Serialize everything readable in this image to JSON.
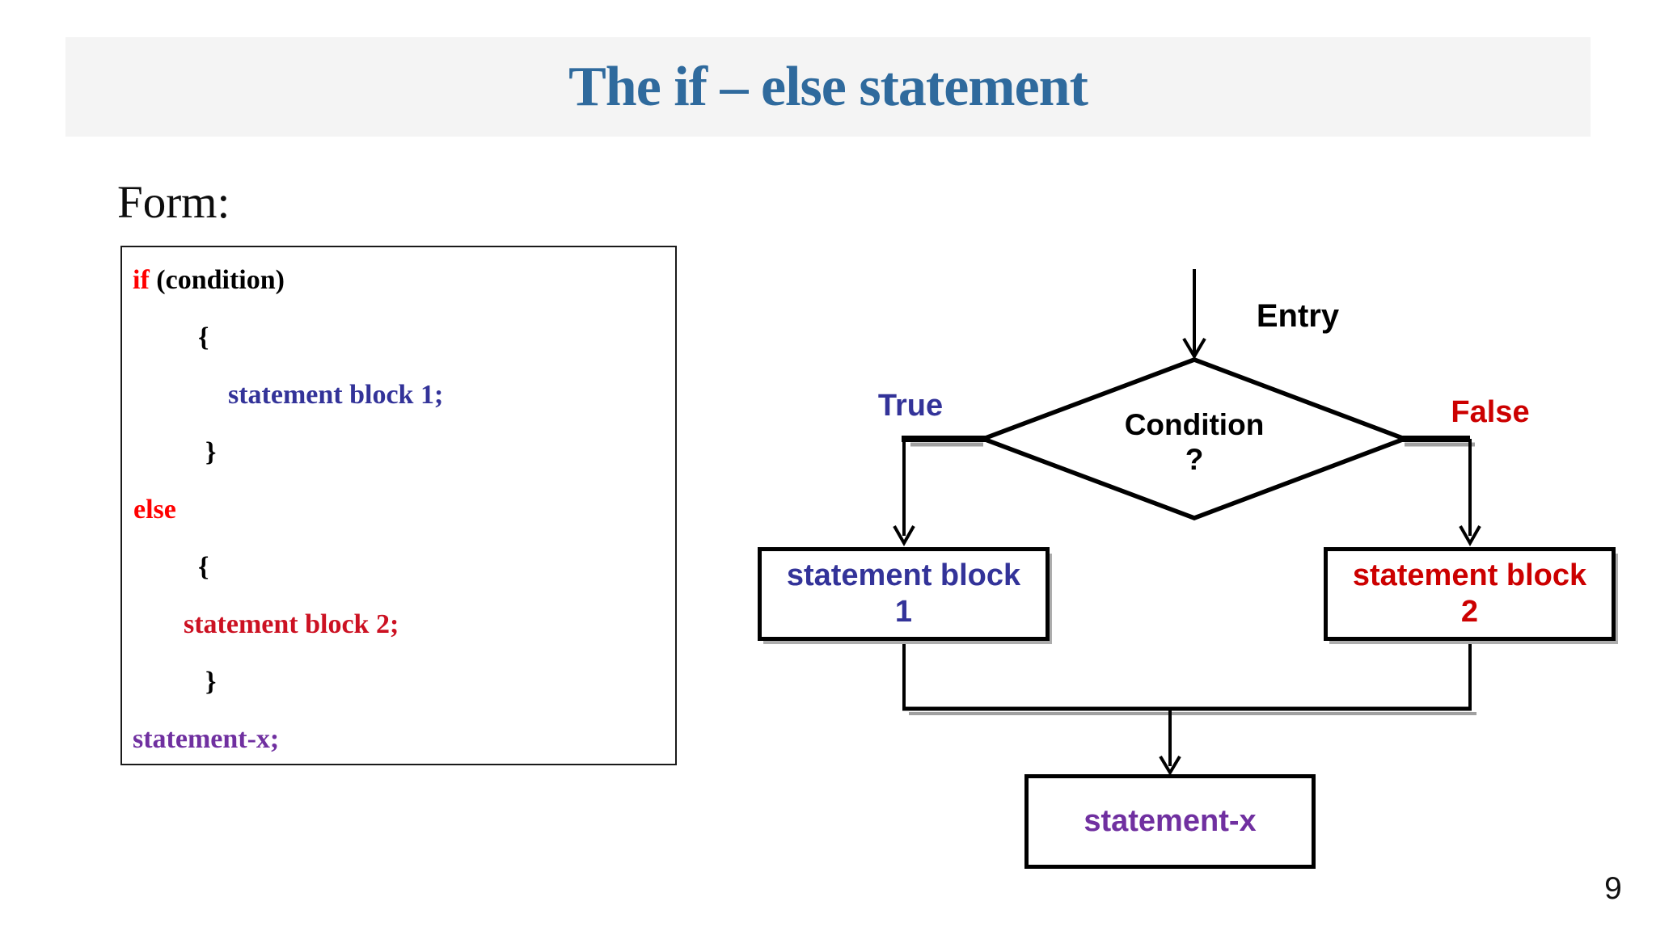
{
  "slide": {
    "title": "The if – else statement",
    "form_label": "Form:",
    "page_number": "9"
  },
  "colors": {
    "title_blue": "#2f6a9d",
    "title_bar_bg": "#f4f4f4",
    "keyword_red": "#ff0000",
    "statement_block1_blue": "#333399",
    "statement_block2_crimson": "#cc1122",
    "statement_x_purple": "#7030a0",
    "flow_true_blue": "#333399",
    "flow_false_red": "#cc0000",
    "connector_black": "#000000",
    "connector_shadow_gray": "#a0a0a0"
  },
  "code_box": {
    "lines": [
      {
        "parts": [
          {
            "text": "if"
          },
          {
            "text": " (condition)"
          }
        ]
      },
      {
        "parts": [
          {
            "text": "{"
          }
        ]
      },
      {
        "parts": [
          {
            "text": "statement block 1;"
          }
        ]
      },
      {
        "parts": [
          {
            "text": "}"
          }
        ]
      },
      {
        "parts": [
          {
            "text": "else"
          }
        ]
      },
      {
        "parts": [
          {
            "text": "{"
          }
        ]
      },
      {
        "parts": [
          {
            "text": "statement block 2;"
          }
        ]
      },
      {
        "parts": [
          {
            "text": "}"
          }
        ]
      },
      {
        "parts": [
          {
            "text": "statement-x;"
          }
        ]
      }
    ]
  },
  "flowchart": {
    "entry_label": "Entry",
    "condition_label": "Condition",
    "condition_question": "?",
    "true_label": "True",
    "false_label": "False",
    "block1_line1": "statement block",
    "block1_line2": "1",
    "block2_line1": "statement block",
    "block2_line2": "2",
    "statement_x_label": "statement-x"
  }
}
